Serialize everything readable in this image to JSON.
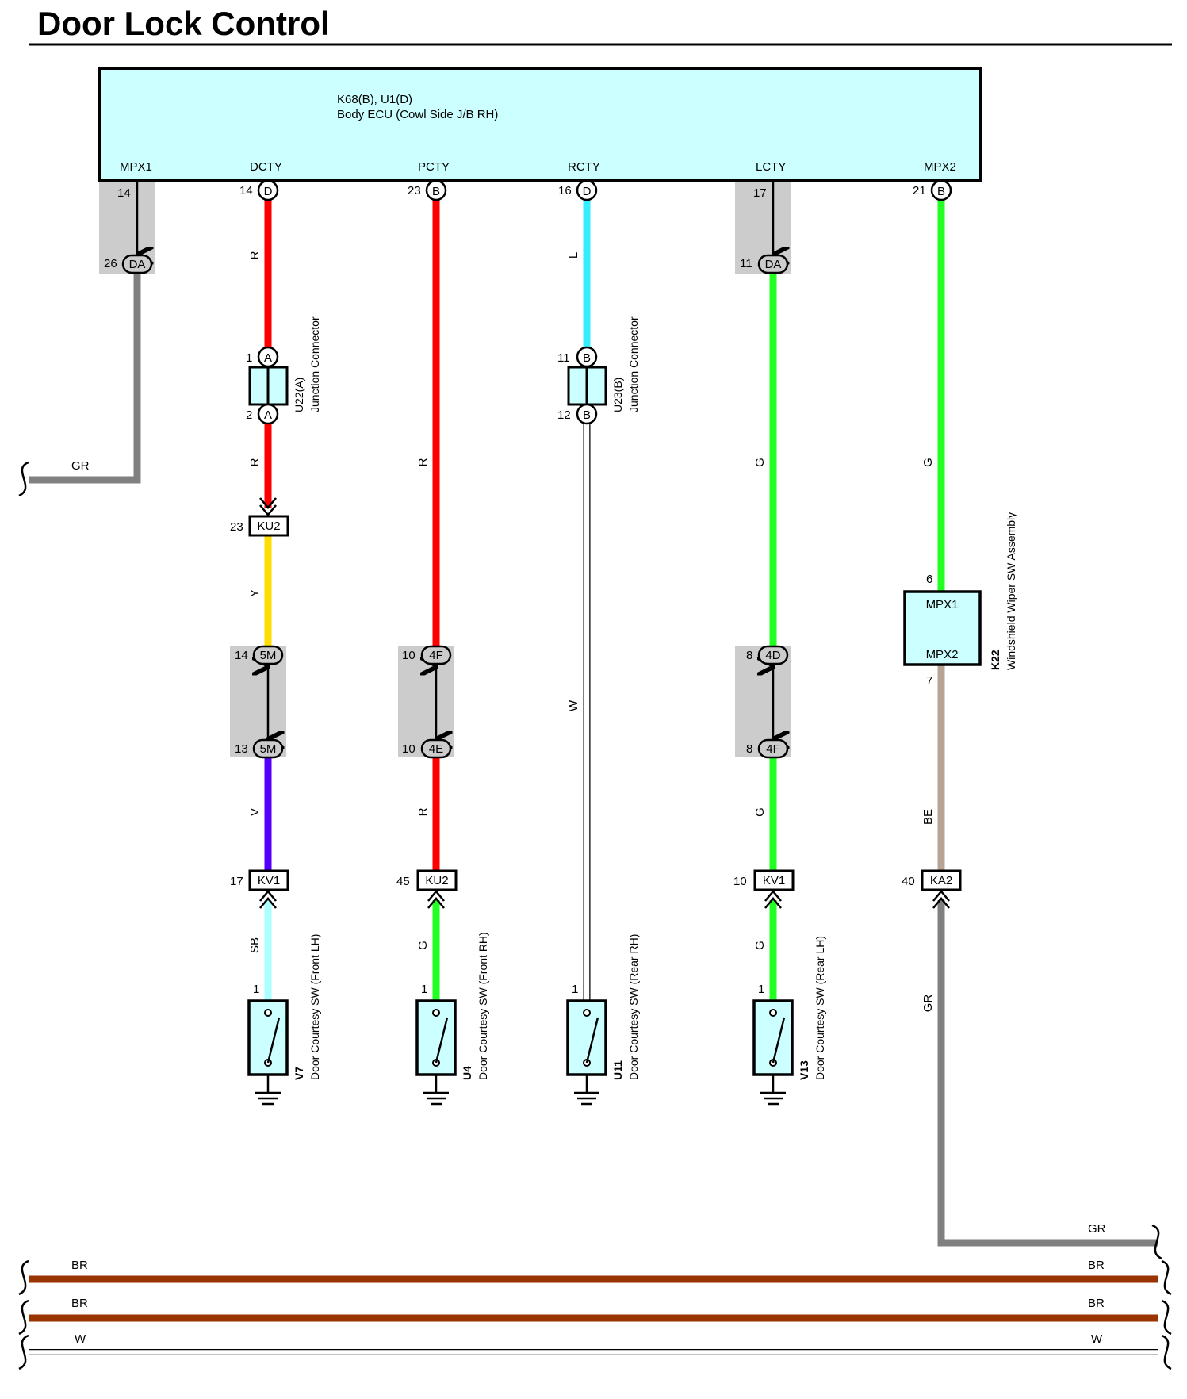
{
  "title": "Door Lock Control",
  "ecu": {
    "code": "K68(B), U1(D)",
    "name": "Body ECU (Cowl Side J/B RH)",
    "fill": "#ccffff",
    "terminals": [
      "MPX1",
      "DCTY",
      "PCTY",
      "RCTY",
      "LCTY",
      "MPX2"
    ]
  },
  "wire_colors": {
    "R": "#ff0000",
    "L": "#33eeff",
    "G": "#22ff22",
    "GR": "#808080",
    "Y": "#ffdd00",
    "V": "#5500ff",
    "SB": "#aaffff",
    "BE": "#b8a494",
    "BR": "#993300",
    "W": "#ffffff"
  },
  "pins": {
    "mpx1_top": "14",
    "mpx1_da": "26",
    "da_label": "DA",
    "dcty_ecu": "14",
    "dcty_ecu_conn": "D",
    "pcty_ecu": "23",
    "pcty_ecu_conn": "B",
    "rcty_ecu": "16",
    "rcty_ecu_conn": "D",
    "lcty_top": "17",
    "lcty_da": "11",
    "mpx2_ecu": "21",
    "mpx2_ecu_conn": "B",
    "u22_in": "1",
    "u22_out": "2",
    "u22_conn": "A",
    "u23_in": "11",
    "u23_out": "12",
    "u23_conn": "B",
    "ku2_a": "23",
    "ku2_label": "KU2",
    "c5m_top": "14",
    "c5m_bot": "13",
    "c5m_label": "5M",
    "c4f_pcty": "10",
    "c4e_pcty": "10",
    "c4f_label": "4F",
    "c4e_label": "4E",
    "c4d_lcty": "8",
    "c4f_lcty": "8",
    "c4d_label": "4D",
    "kv1_a": "17",
    "kv1_label": "KV1",
    "ku2_b": "45",
    "kv1_b": "10",
    "ka2": "40",
    "ka2_label": "KA2",
    "k22_in": "6",
    "k22_out": "7",
    "sw_pin": "1"
  },
  "junctions": {
    "u22": {
      "code": "U22(A)",
      "name": "Junction Connector"
    },
    "u23": {
      "code": "U23(B)",
      "name": "Junction Connector"
    }
  },
  "wiper": {
    "code": "K22",
    "name": "Windshield Wiper SW Assembly",
    "pin_top": "MPX1",
    "pin_bottom": "MPX2",
    "fill": "#ccffff"
  },
  "switches": [
    {
      "code": "V7",
      "name": "Door Courtesy SW (Front LH)"
    },
    {
      "code": "U4",
      "name": "Door Courtesy SW (Front RH)"
    },
    {
      "code": "U11",
      "name": "Door Courtesy SW (Rear RH)"
    },
    {
      "code": "V13",
      "name": "Door Courtesy SW (Rear LH)"
    }
  ],
  "wire_labels": {
    "mpx1": "GR",
    "dcty_1": "R",
    "dcty_2": "R",
    "dcty_3": "Y",
    "dcty_4": "V",
    "dcty_5": "SB",
    "pcty_1": "R",
    "pcty_2": "R",
    "pcty_3": "G",
    "rcty_1": "L",
    "rcty_2": "W",
    "lcty_1": "G",
    "lcty_2": "G",
    "lcty_3": "G",
    "mpx2_1": "G",
    "mpx2_2": "BE",
    "mpx2_3": "GR"
  },
  "bus": [
    {
      "left": "GR",
      "right": "GR"
    },
    {
      "left": "BR",
      "right": "BR"
    },
    {
      "left": "BR",
      "right": "BR"
    },
    {
      "left": "W",
      "right": "W"
    }
  ]
}
